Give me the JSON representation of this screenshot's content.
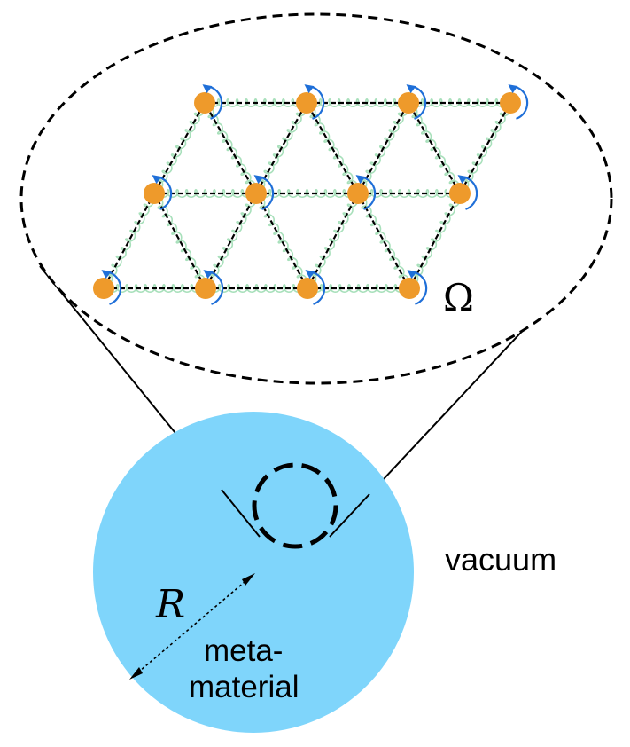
{
  "labels": {
    "omega": "Ω",
    "radius": "R",
    "vacuum": "vacuum",
    "metamaterial_line1": "meta-",
    "metamaterial_line2": "material"
  },
  "colors": {
    "disk": "#7fd5fb",
    "site": "#ee9a2b",
    "spring": "#a8e0bb",
    "rotation_arrow": "#1f6fd8",
    "line": "#000000"
  },
  "lattice": {
    "rows": 3,
    "sites_per_row": 4,
    "lattice_type": "triangular",
    "site_icon": "orange-disk",
    "rotation_icon": "counterclockwise-arrow-icon"
  }
}
